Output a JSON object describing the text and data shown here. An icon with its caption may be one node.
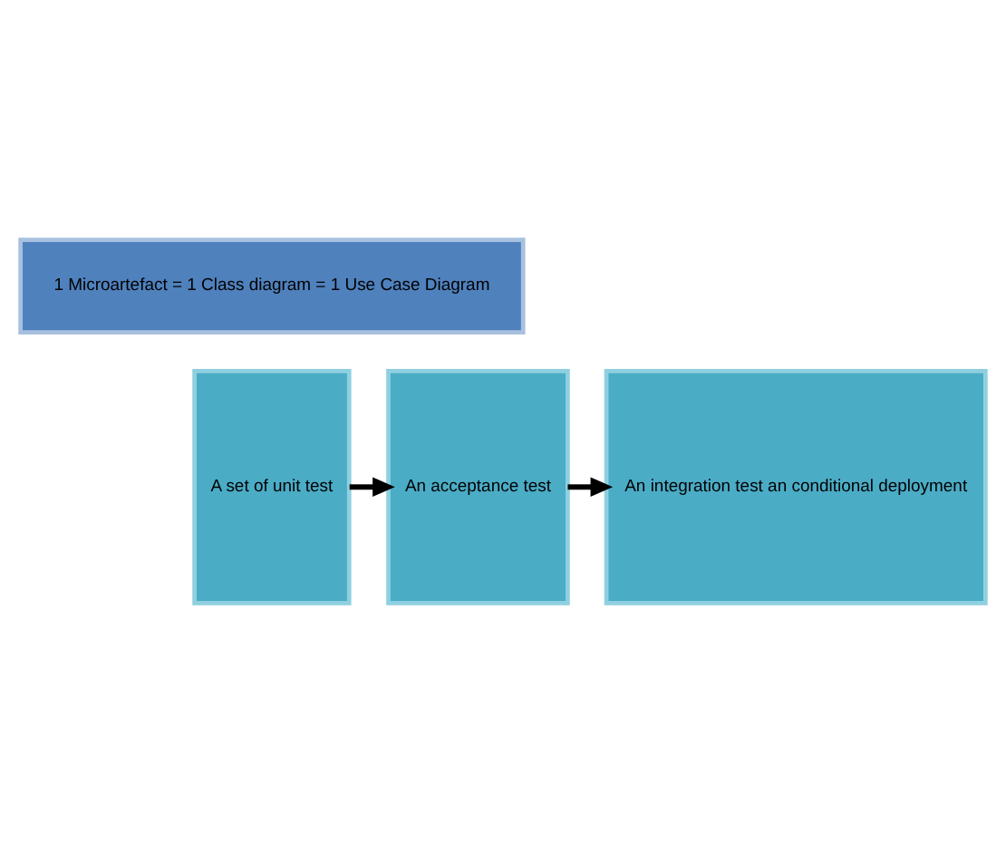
{
  "diagram": {
    "nodes": [
      {
        "text": [
          "1 Microartefact = 1 Class diagram = 1 Use Case Diagram"
        ]
      },
      {
        "text": [
          "A set of unit test"
        ]
      },
      {
        "text": [
          "An acceptance test"
        ]
      },
      {
        "text": [
          "An integration test an conditional deployment"
        ]
      }
    ],
    "edges": [
      {
        "from": 1,
        "to": 2,
        "arrow": "to"
      },
      {
        "from": 2,
        "to": 3,
        "arrow": "to"
      }
    ]
  }
}
